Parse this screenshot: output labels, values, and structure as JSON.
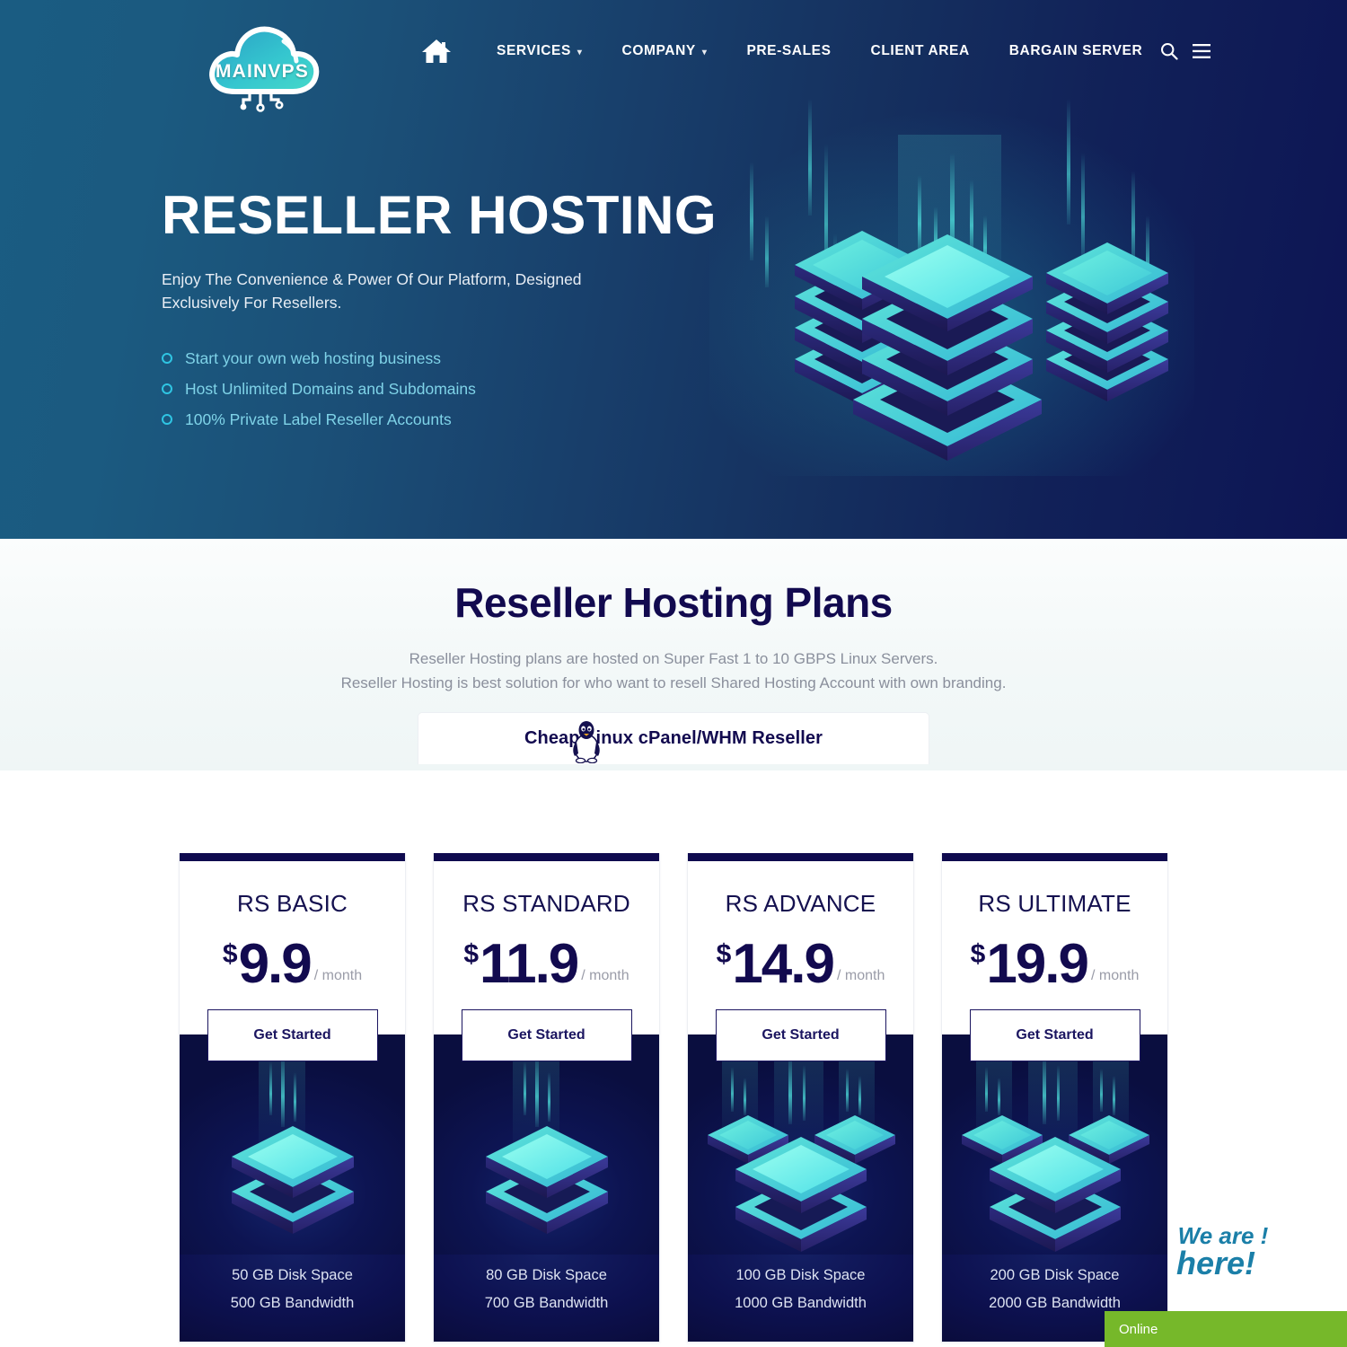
{
  "brand": {
    "logo_text": "MAINVPS",
    "logo_icon": "cloud-icon"
  },
  "nav": {
    "home_icon": "home-icon",
    "items": [
      {
        "label": "SERVICES",
        "has_dropdown": true
      },
      {
        "label": "COMPANY",
        "has_dropdown": true
      },
      {
        "label": "PRE-SALES",
        "has_dropdown": false
      },
      {
        "label": "CLIENT AREA",
        "has_dropdown": false
      },
      {
        "label": "BARGAIN SERVER",
        "has_dropdown": false
      }
    ],
    "search_icon": "search-icon",
    "menu_icon": "hamburger-menu-icon",
    "caret": "⌄"
  },
  "hero": {
    "title": "RESELLER HOSTING",
    "subtitle": "Enjoy The Convenience & Power Of Our Platform, Designed Exclusively For Resellers.",
    "features": [
      "Start your own web hosting business",
      "Host Unlimited Domains and Subdomains",
      "100% Private Label Reseller Accounts"
    ],
    "illustration": "isometric-server-stacks"
  },
  "plans": {
    "title": "Reseller Hosting Plans",
    "description_line1": "Reseller Hosting plans are hosted on Super Fast 1 to 10 GBPS Linux Servers.",
    "description_line2": "Reseller Hosting is best solution for who want to resell Shared Hosting Account with own branding.",
    "tab_label": "Cheap Linux cPanel/WHM Reseller",
    "tab_icon": "linux-tux-icon"
  },
  "pricing_cards": [
    {
      "name": "RS BASIC",
      "currency": "$",
      "price": "9.9",
      "period": "/ month",
      "cta": "Get Started",
      "art": "single-server-stack",
      "features": [
        "50 GB Disk Space",
        "500 GB Bandwidth"
      ]
    },
    {
      "name": "RS STANDARD",
      "currency": "$",
      "price": "11.9",
      "period": "/ month",
      "cta": "Get Started",
      "art": "single-server-stack",
      "features": [
        "80 GB Disk Space",
        "700 GB Bandwidth"
      ]
    },
    {
      "name": "RS ADVANCE",
      "currency": "$",
      "price": "14.9",
      "period": "/ month",
      "cta": "Get Started",
      "art": "triple-server-stack",
      "features": [
        "100 GB Disk Space",
        "1000 GB Bandwidth"
      ]
    },
    {
      "name": "RS ULTIMATE",
      "currency": "$",
      "price": "19.9",
      "period": "/ month",
      "cta": "Get Started",
      "art": "triple-server-stack",
      "features": [
        "200 GB Disk Space",
        "2000 GB Bandwidth"
      ]
    }
  ],
  "chat_widget": {
    "badge_line1": "We are",
    "badge_line2": "here!",
    "status": "Online",
    "status_color": "#76b82a",
    "badge_color": "#1b7fa8"
  },
  "colors": {
    "hero_gradient_start": "#1a5c82",
    "hero_gradient_end": "#0d1454",
    "navy": "#120a4f",
    "cyan": "#2fc5e3",
    "teal_feature_text": "#7fd3e8",
    "muted_text": "#8a8f9c",
    "card_art_dark": "#0d1452",
    "green_online": "#76b82a"
  }
}
